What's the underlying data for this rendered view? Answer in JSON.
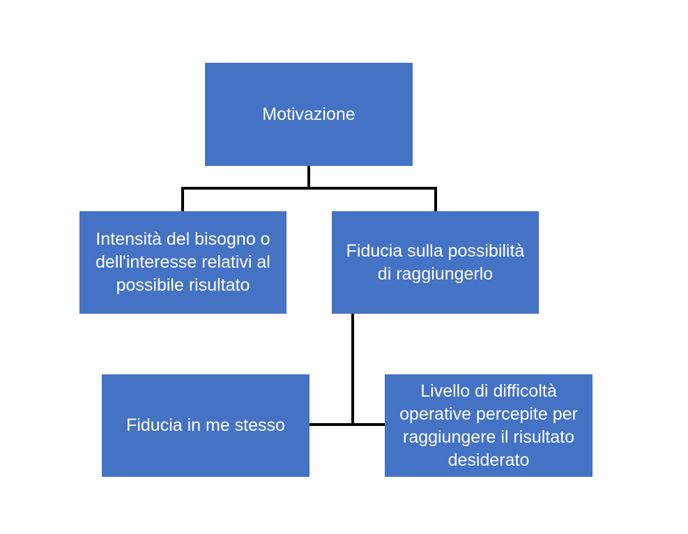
{
  "diagram": {
    "root": {
      "label": "Motivazione"
    },
    "level1": [
      {
        "label": "Intensità del bisogno o dell'interesse relativi al possibile risultato"
      },
      {
        "label": "Fiducia sulla possibilità di raggiungerlo"
      }
    ],
    "level2": [
      {
        "label": "Fiducia in me stesso"
      },
      {
        "label": "Livello di difficoltà operative percepite per raggiungere il risultato desiderato"
      }
    ],
    "colors": {
      "box_fill": "#4472c4",
      "box_text": "#ffffff",
      "connector": "#000000"
    }
  }
}
